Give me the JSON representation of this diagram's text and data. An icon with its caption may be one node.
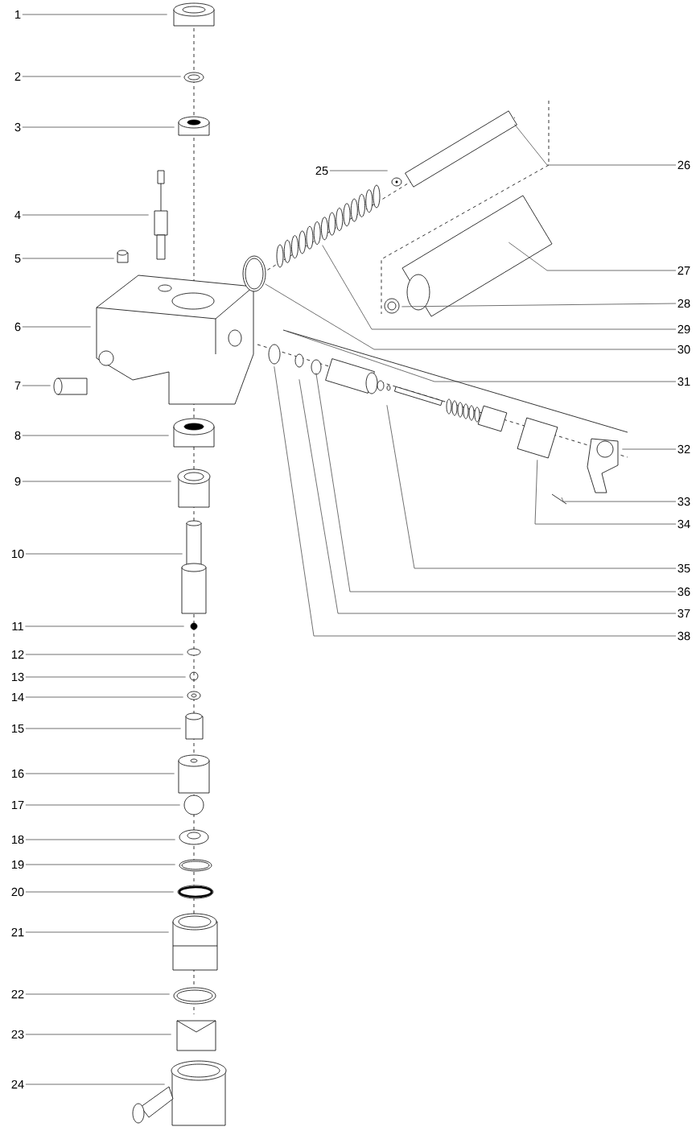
{
  "diagram": {
    "nodes": [
      {
        "text": [
          "1"
        ]
      },
      {
        "text": [
          "2"
        ]
      },
      {
        "text": [
          "3"
        ]
      },
      {
        "text": [
          "4"
        ]
      },
      {
        "text": [
          "5"
        ]
      },
      {
        "text": [
          "6"
        ]
      },
      {
        "text": [
          "7"
        ]
      },
      {
        "text": [
          "8"
        ]
      },
      {
        "text": [
          "9"
        ]
      },
      {
        "text": [
          "10"
        ]
      },
      {
        "text": [
          "11"
        ]
      },
      {
        "text": [
          "12"
        ]
      },
      {
        "text": [
          "13"
        ]
      },
      {
        "text": [
          "14"
        ]
      },
      {
        "text": [
          "15"
        ]
      },
      {
        "text": [
          "16"
        ]
      },
      {
        "text": [
          "17"
        ]
      },
      {
        "text": [
          "18"
        ]
      },
      {
        "text": [
          "19"
        ]
      },
      {
        "text": [
          "20"
        ]
      },
      {
        "text": [
          "21"
        ]
      },
      {
        "text": [
          "22"
        ]
      },
      {
        "text": [
          "23"
        ]
      },
      {
        "text": [
          "24"
        ]
      },
      {
        "text": [
          "25"
        ]
      },
      {
        "text": [
          "26"
        ]
      },
      {
        "text": [
          "27"
        ]
      },
      {
        "text": [
          "28"
        ]
      },
      {
        "text": [
          "29"
        ]
      },
      {
        "text": [
          "30"
        ]
      },
      {
        "text": [
          "31"
        ]
      },
      {
        "text": [
          "32"
        ]
      },
      {
        "text": [
          "33"
        ]
      },
      {
        "text": [
          "34"
        ]
      },
      {
        "text": [
          "35"
        ]
      },
      {
        "text": [
          "36"
        ]
      },
      {
        "text": [
          "37"
        ]
      },
      {
        "text": [
          "38"
        ]
      }
    ],
    "edges": [
      {
        "from": 0,
        "to": null,
        "arrow": "none"
      },
      {
        "from": 1,
        "to": null,
        "arrow": "none"
      },
      {
        "from": 2,
        "to": null,
        "arrow": "none"
      },
      {
        "from": 3,
        "to": null,
        "arrow": "none"
      },
      {
        "from": 4,
        "to": null,
        "arrow": "none"
      },
      {
        "from": 5,
        "to": null,
        "arrow": "none"
      },
      {
        "from": 6,
        "to": null,
        "arrow": "none"
      },
      {
        "from": 7,
        "to": null,
        "arrow": "none"
      },
      {
        "from": 8,
        "to": null,
        "arrow": "none"
      },
      {
        "from": 9,
        "to": null,
        "arrow": "none"
      },
      {
        "from": 10,
        "to": null,
        "arrow": "none"
      },
      {
        "from": 11,
        "to": null,
        "arrow": "none"
      },
      {
        "from": 12,
        "to": null,
        "arrow": "none"
      },
      {
        "from": 13,
        "to": null,
        "arrow": "none"
      },
      {
        "from": 14,
        "to": null,
        "arrow": "none"
      },
      {
        "from": 15,
        "to": null,
        "arrow": "none"
      },
      {
        "from": 16,
        "to": null,
        "arrow": "none"
      },
      {
        "from": 17,
        "to": null,
        "arrow": "none"
      },
      {
        "from": 18,
        "to": null,
        "arrow": "none"
      },
      {
        "from": 19,
        "to": null,
        "arrow": "none"
      },
      {
        "from": 20,
        "to": null,
        "arrow": "none"
      },
      {
        "from": 21,
        "to": null,
        "arrow": "none"
      },
      {
        "from": 22,
        "to": null,
        "arrow": "none"
      },
      {
        "from": 23,
        "to": null,
        "arrow": "none"
      },
      {
        "from": 24,
        "to": null,
        "arrow": "none"
      },
      {
        "from": 25,
        "to": null,
        "arrow": "none"
      },
      {
        "from": 26,
        "to": null,
        "arrow": "none"
      },
      {
        "from": 27,
        "to": null,
        "arrow": "none"
      },
      {
        "from": 28,
        "to": null,
        "arrow": "none"
      },
      {
        "from": 29,
        "to": null,
        "arrow": "none"
      },
      {
        "from": 30,
        "to": null,
        "arrow": "none"
      },
      {
        "from": 31,
        "to": null,
        "arrow": "none"
      },
      {
        "from": 32,
        "to": null,
        "arrow": "none"
      },
      {
        "from": 33,
        "to": null,
        "arrow": "none"
      },
      {
        "from": 34,
        "to": null,
        "arrow": "none"
      },
      {
        "from": 35,
        "to": null,
        "arrow": "none"
      },
      {
        "from": 36,
        "to": null,
        "arrow": "none"
      },
      {
        "from": 37,
        "to": null,
        "arrow": "none"
      }
    ]
  }
}
